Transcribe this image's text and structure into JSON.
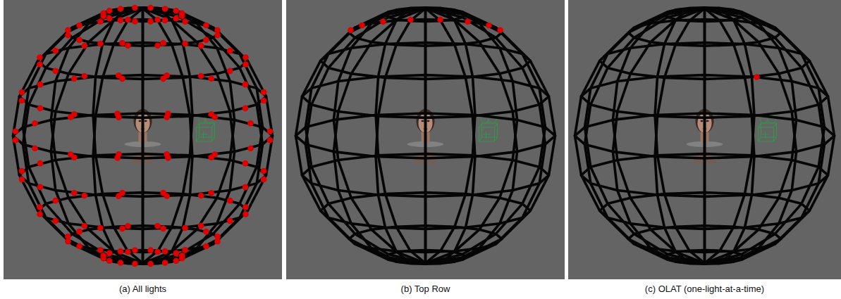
{
  "diagram": {
    "labels": [
      "(a) All lights",
      "(b) Top Row",
      "(c) OLAT (one-light-at-a-time)"
    ]
  }
}
